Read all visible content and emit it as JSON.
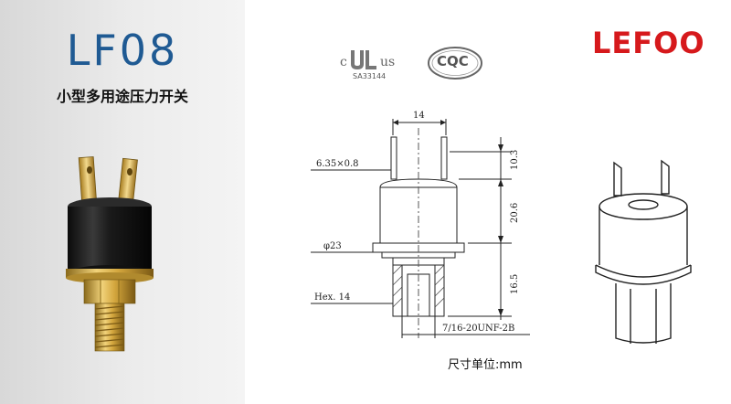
{
  "product": {
    "model": "LF08",
    "subtitle": "小型多用途压力开关"
  },
  "brand": {
    "name": "LEFOO",
    "color": "#d6191c"
  },
  "certifications": {
    "ul_code": "SA33144",
    "ul_marks": "c  us",
    "cqc": "CQC"
  },
  "dimensions": {
    "width_top": "14",
    "terminal": "6.35×0.8",
    "terminal_height": "10.3",
    "diameter": "φ23",
    "body_height": "20.6",
    "hex": "Hex. 14",
    "fitting_height": "16.5",
    "thread": "7/16-20UNF-2B"
  },
  "units_label": "尺寸单位:mm",
  "colors": {
    "title_blue": "#1f5a93",
    "panel_gray": "#e6e6e6"
  }
}
